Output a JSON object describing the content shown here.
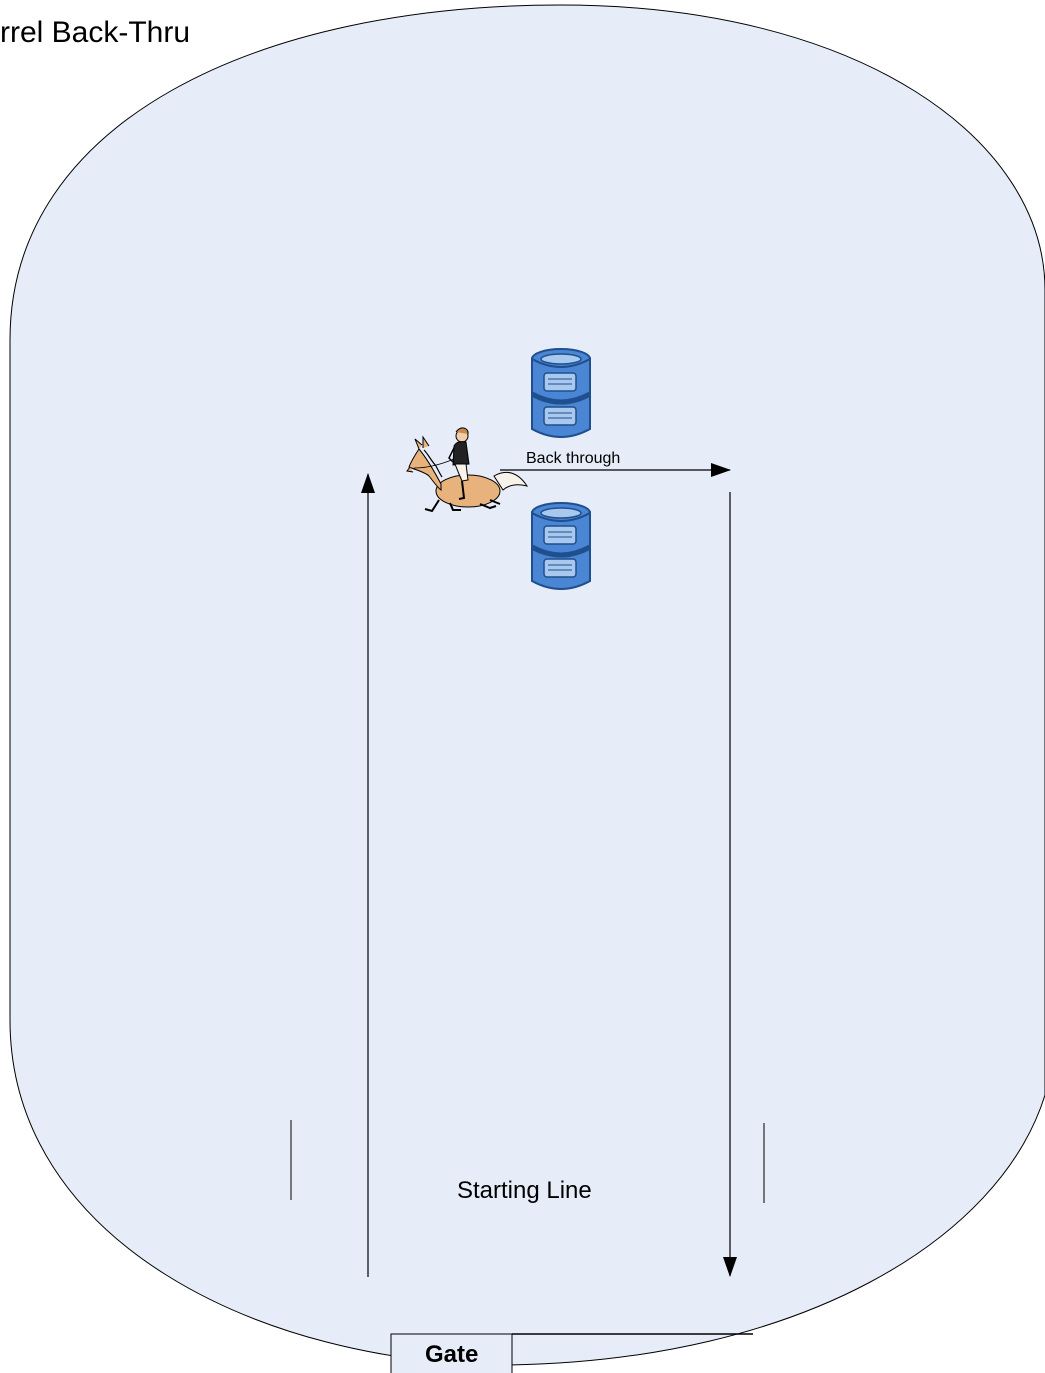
{
  "diagram": {
    "title": "rrel Back-Thru",
    "path_label": "Back through",
    "start_label": "Starting Line",
    "gate_label": "Gate"
  },
  "colors": {
    "arena_fill": "#e6edf8",
    "arena_stroke": "#000000",
    "barrel_fill": "#4a86d4",
    "barrel_light": "#a9c8ee",
    "barrel_stroke": "#1f4f8f",
    "horse_fill": "#e8b27c"
  },
  "icons": {
    "barrels": "barrel-icon",
    "rider": "horse-rider-icon"
  }
}
